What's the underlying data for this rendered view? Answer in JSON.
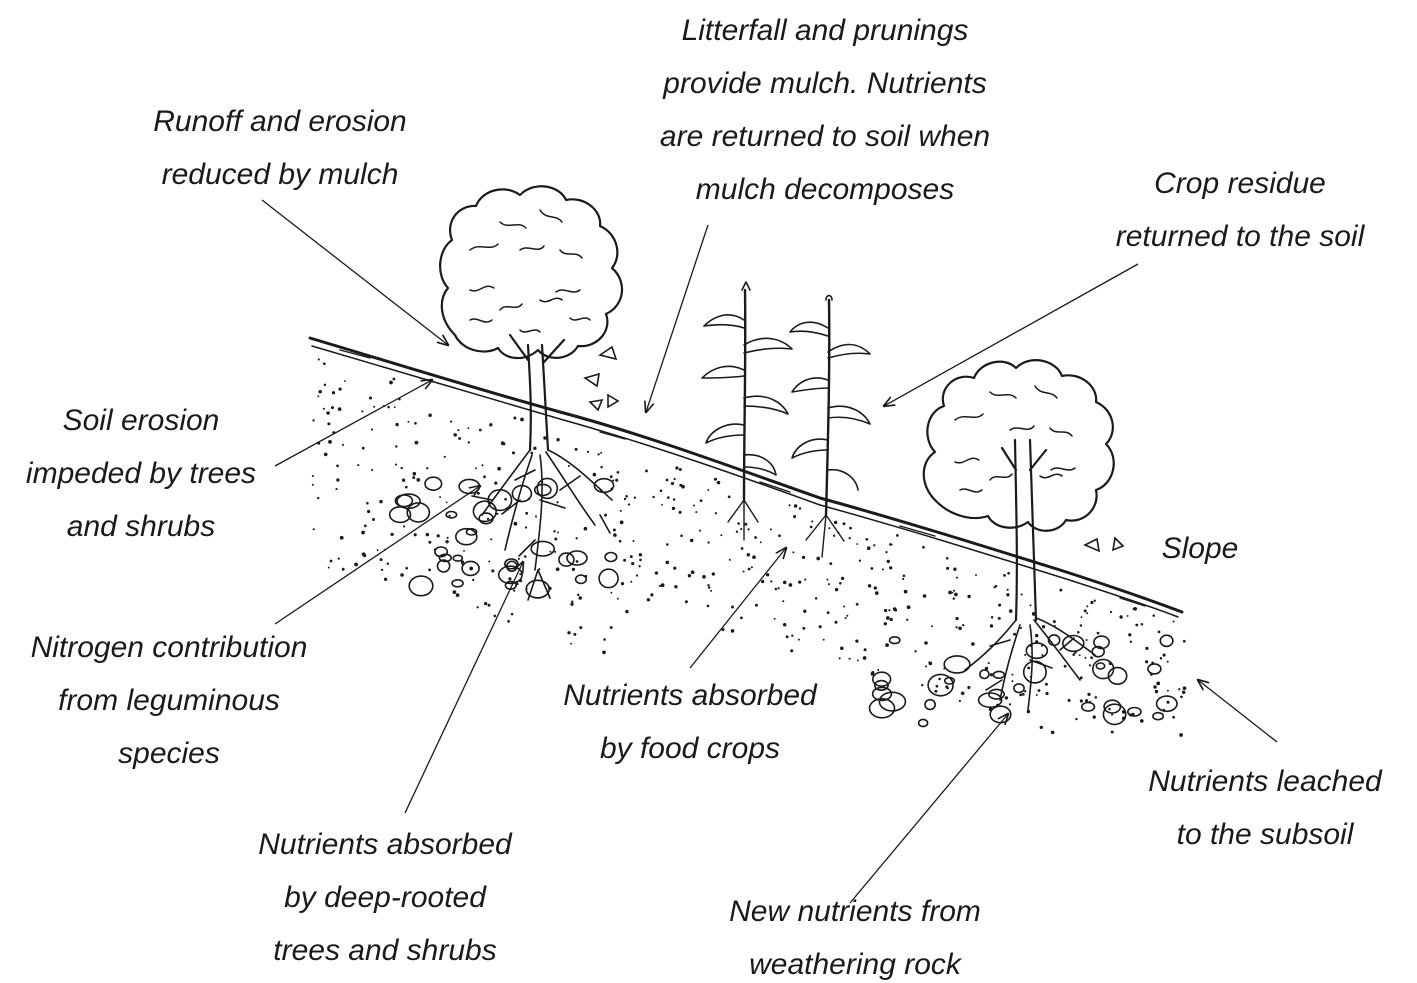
{
  "labels": {
    "litterfall": [
      "Litterfall and prunings",
      "provide mulch. Nutrients",
      "are returned to soil when",
      "mulch decomposes"
    ],
    "runoff": [
      "Runoff and erosion",
      "reduced by mulch"
    ],
    "crop_residue": [
      "Crop residue",
      "returned to the soil"
    ],
    "soil_erosion": [
      "Soil erosion",
      "impeded by trees",
      "and shrubs"
    ],
    "slope": [
      "Slope"
    ],
    "nitrogen": [
      "Nitrogen contribution",
      "from leguminous",
      "species"
    ],
    "food_crops": [
      "Nutrients absorbed",
      "by food crops"
    ],
    "leached": [
      "Nutrients leached",
      "to the subsoil"
    ],
    "deep_rooted": [
      "Nutrients absorbed",
      "by deep-rooted",
      "trees and shrubs"
    ],
    "weathering": [
      "New nutrients from",
      "weathering rock"
    ]
  },
  "colors": {
    "ink": "#1a1a1a",
    "background": "#ffffff"
  }
}
